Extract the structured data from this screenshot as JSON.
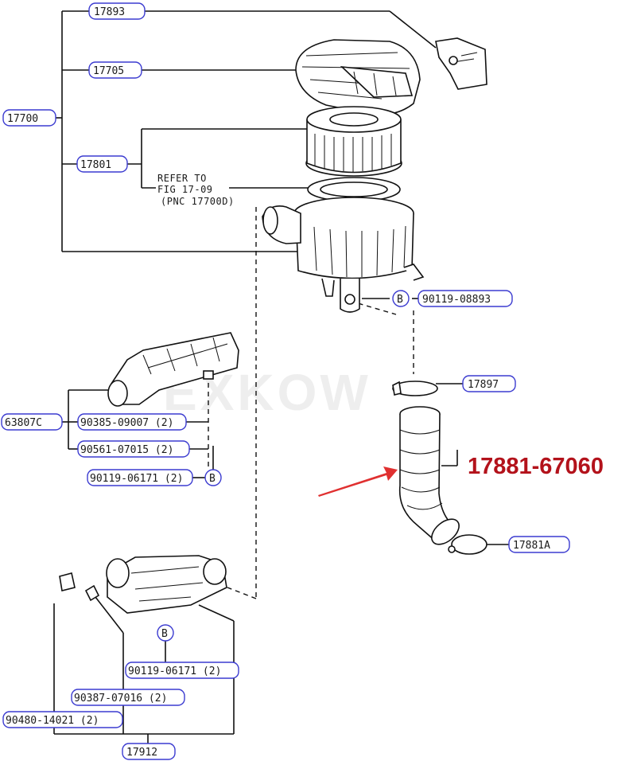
{
  "labels": {
    "p17893": "17893",
    "p17705": "17705",
    "p17700": "17700",
    "p17801": "17801",
    "refer_line1": "REFER TO",
    "refer_line2": "FIG 17-09",
    "refer_line3": "(PNC 17700D)",
    "p90119_08893": "90119-08893",
    "b_marker": "B",
    "p17897": "17897",
    "p63807c": "63807C",
    "p90385": "90385-09007 (2)",
    "p90561": "90561-07015 (2)",
    "p90119_06171_a": "90119-06171 (2)",
    "p17881a": "17881A",
    "p90119_06171_b": "90119-06171 (2)",
    "p90387": "90387-07016 (2)",
    "p90480": "90480-14021 (2)",
    "p17912": "17912"
  },
  "highlight": {
    "part_number": "17881-67060",
    "color": "#b3121b"
  },
  "watermark": "EXKOW",
  "colors": {
    "label_border": "#3b3bd0",
    "line": "#111111"
  }
}
